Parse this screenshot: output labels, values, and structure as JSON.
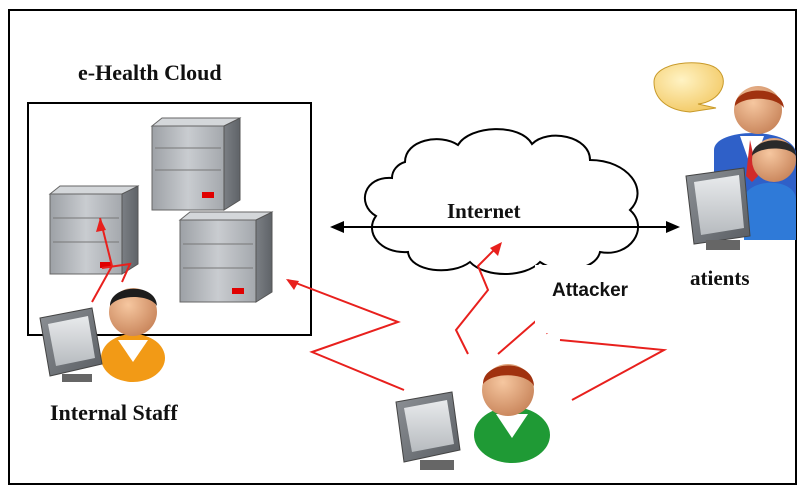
{
  "cloud_box": {
    "title": "e-Health Cloud"
  },
  "internet": {
    "label": "Internet"
  },
  "attacker": {
    "label": "Attacker"
  },
  "internal_staff": {
    "label": "Internal Staff"
  },
  "patients": {
    "label": "atients"
  },
  "colors": {
    "attack_line": "#e8201d",
    "server_body": "#b9bcc0",
    "server_led": "#e00000",
    "staff_shirt": "#f29a16",
    "attacker_shirt": "#1f9a35",
    "patient_shirt": "#2f60c8",
    "frame": "#000000"
  }
}
